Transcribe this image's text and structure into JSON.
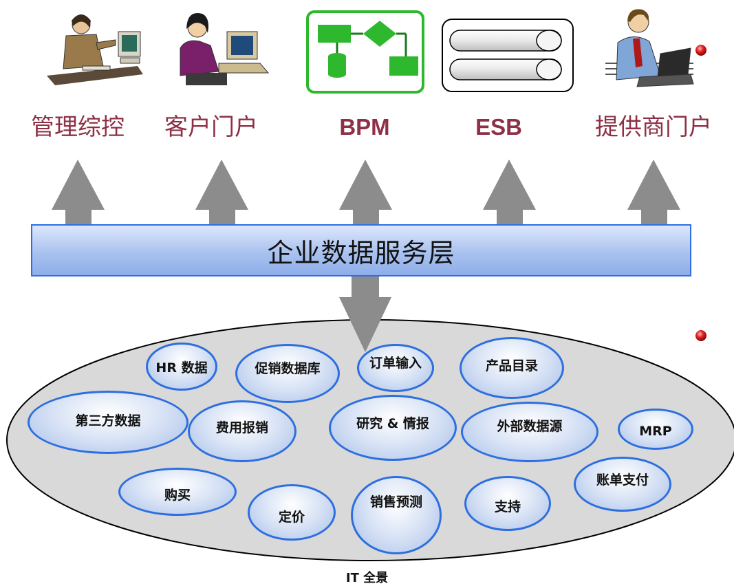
{
  "top_systems": [
    {
      "label": "管理综控",
      "icon": "worker-at-desk-icon"
    },
    {
      "label": "客户门户",
      "icon": "woman-at-computer-icon"
    },
    {
      "label": "BPM",
      "icon": "process-flowchart-icon"
    },
    {
      "label": "ESB",
      "icon": "service-bus-icon"
    },
    {
      "label": "提供商门户",
      "icon": "man-with-laptop-icon"
    }
  ],
  "service_layer": {
    "label": "企业数据服务层"
  },
  "data_sources": [
    "HR 数据",
    "促销数据库",
    "订单输入",
    "产品目录",
    "第三方数据",
    "费用报销",
    "研究 & 情报",
    "外部数据源",
    "MRP",
    "购买",
    "定价",
    "销售预测",
    "支持",
    "账单支付"
  ],
  "caption": "IT 全景",
  "colors": {
    "label_red": "#8e3046",
    "bubble_border": "#2d6fdf",
    "arrow_gray": "#8c8c8c",
    "landscape_fill": "#d9d9d9",
    "bpm_green": "#2eb82e"
  }
}
